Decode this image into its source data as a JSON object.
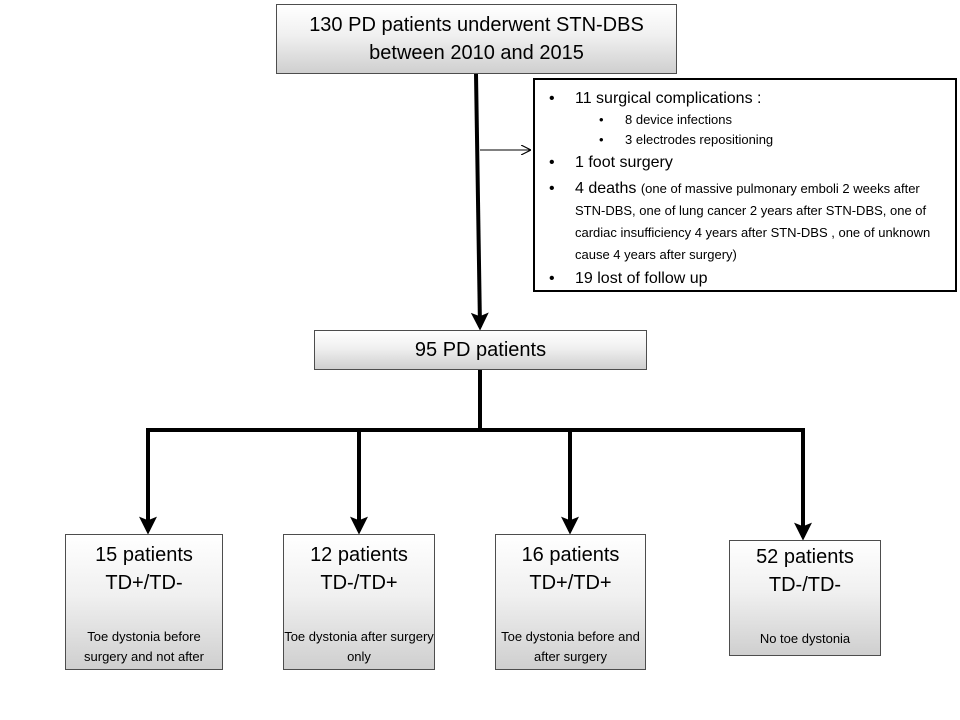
{
  "top_box": {
    "line1": "130 PD patients underwent STN-DBS",
    "line2": "between 2010 and 2015"
  },
  "exclusions": {
    "item1": "11 surgical complications :",
    "item1_sub": [
      "8 device infections",
      "3 electrodes repositioning"
    ],
    "item2": "1 foot surgery",
    "item3_main": "4 deaths",
    "item3_detail": "(one of massive pulmonary emboli 2 weeks after STN-DBS, one of lung cancer 2 years after STN-DBS, one of cardiac insufficiency 4 years after STN-DBS , one of unknown  cause 4 years after surgery)",
    "item4": "19 lost of follow up"
  },
  "mid_box": {
    "label": "95 PD patients"
  },
  "groups": [
    {
      "count": "15 patients",
      "code": "TD+/TD-",
      "desc": "Toe dystonia before surgery and not after"
    },
    {
      "count": "12 patients",
      "code": "TD-/TD+",
      "desc": "Toe dystonia after surgery only"
    },
    {
      "count": "16 patients",
      "code": "TD+/TD+",
      "desc": "Toe dystonia before and after surgery"
    },
    {
      "count": "52 patients",
      "code": "TD-/TD-",
      "desc": "No toe dystonia"
    }
  ]
}
